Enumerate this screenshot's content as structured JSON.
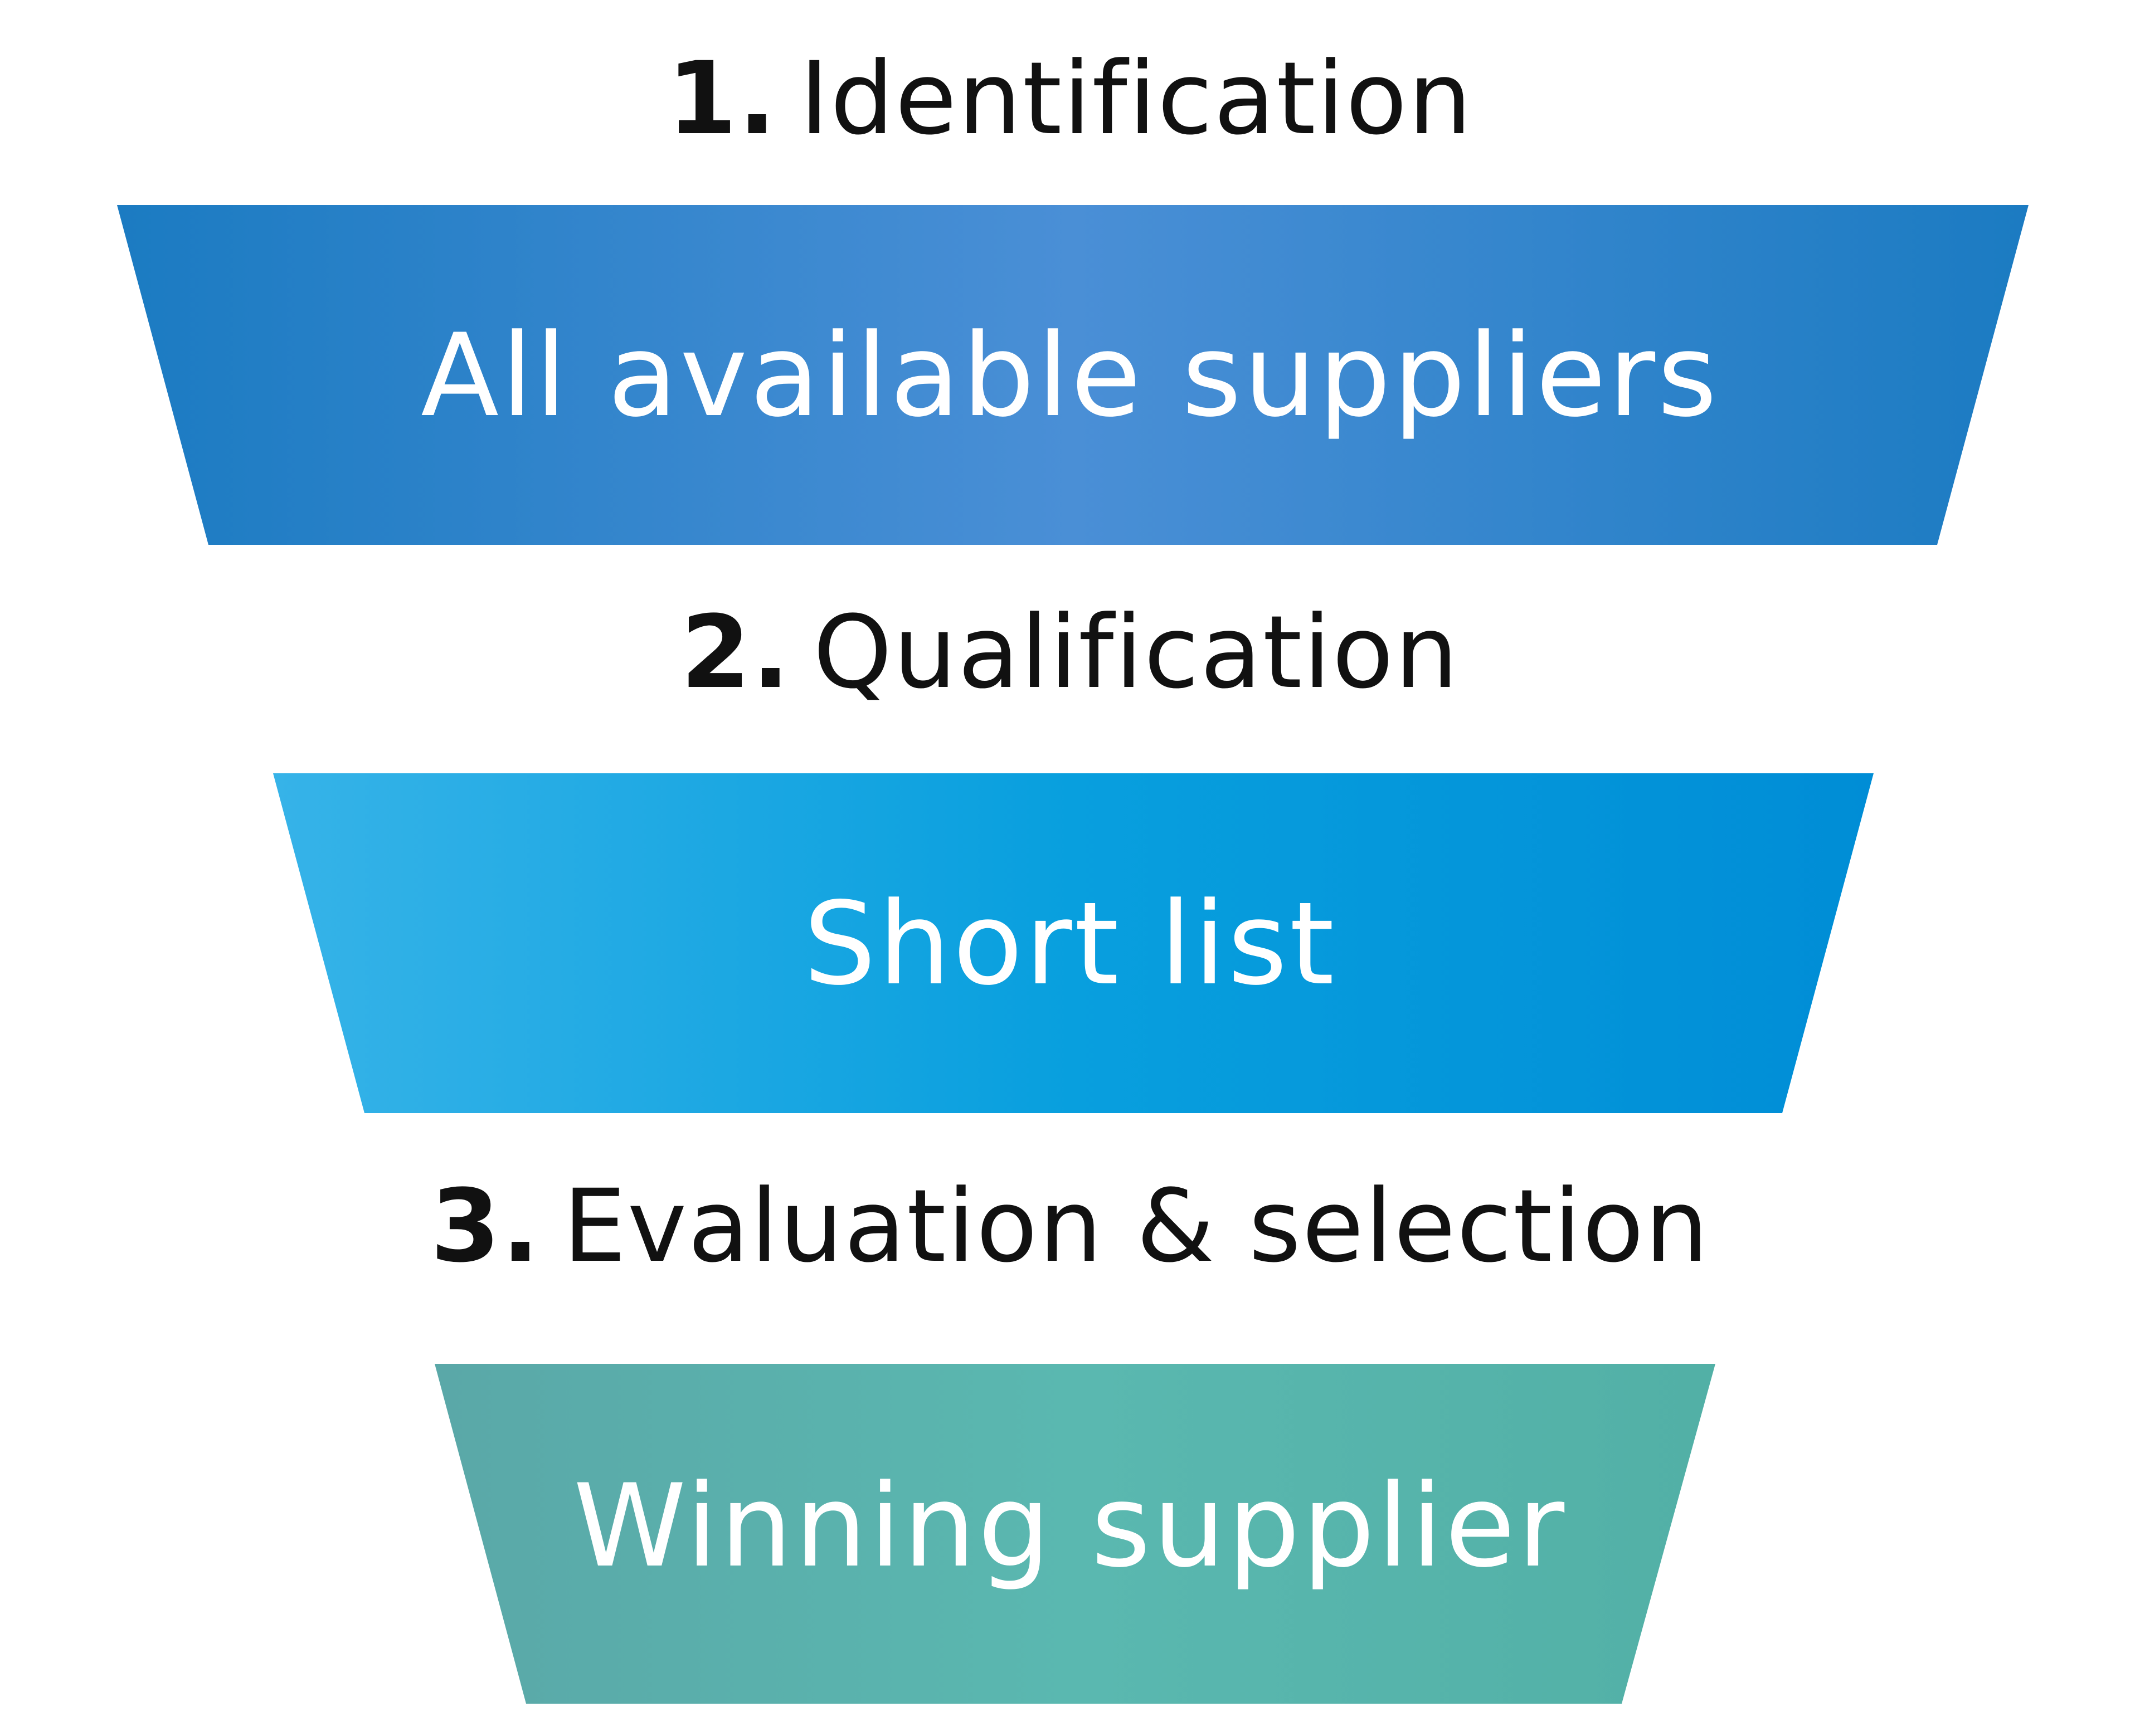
{
  "stages": [
    {
      "number": "1.",
      "title": "Identification",
      "funnel_label": "All available suppliers",
      "gradient": [
        "#1b7bc2",
        "#4a8fd6",
        "#1b7bc2"
      ]
    },
    {
      "number": "2.",
      "title": "Qualification",
      "funnel_label": "Short list",
      "gradient": [
        "#36b3e8",
        "#089fde",
        "#008dd6"
      ]
    },
    {
      "number": "3.",
      "title": "Evaluation & selection",
      "funnel_label": "Winning supplier",
      "gradient": [
        "#5aa8a8",
        "#5ab8b0",
        "#52b0a6"
      ]
    }
  ]
}
